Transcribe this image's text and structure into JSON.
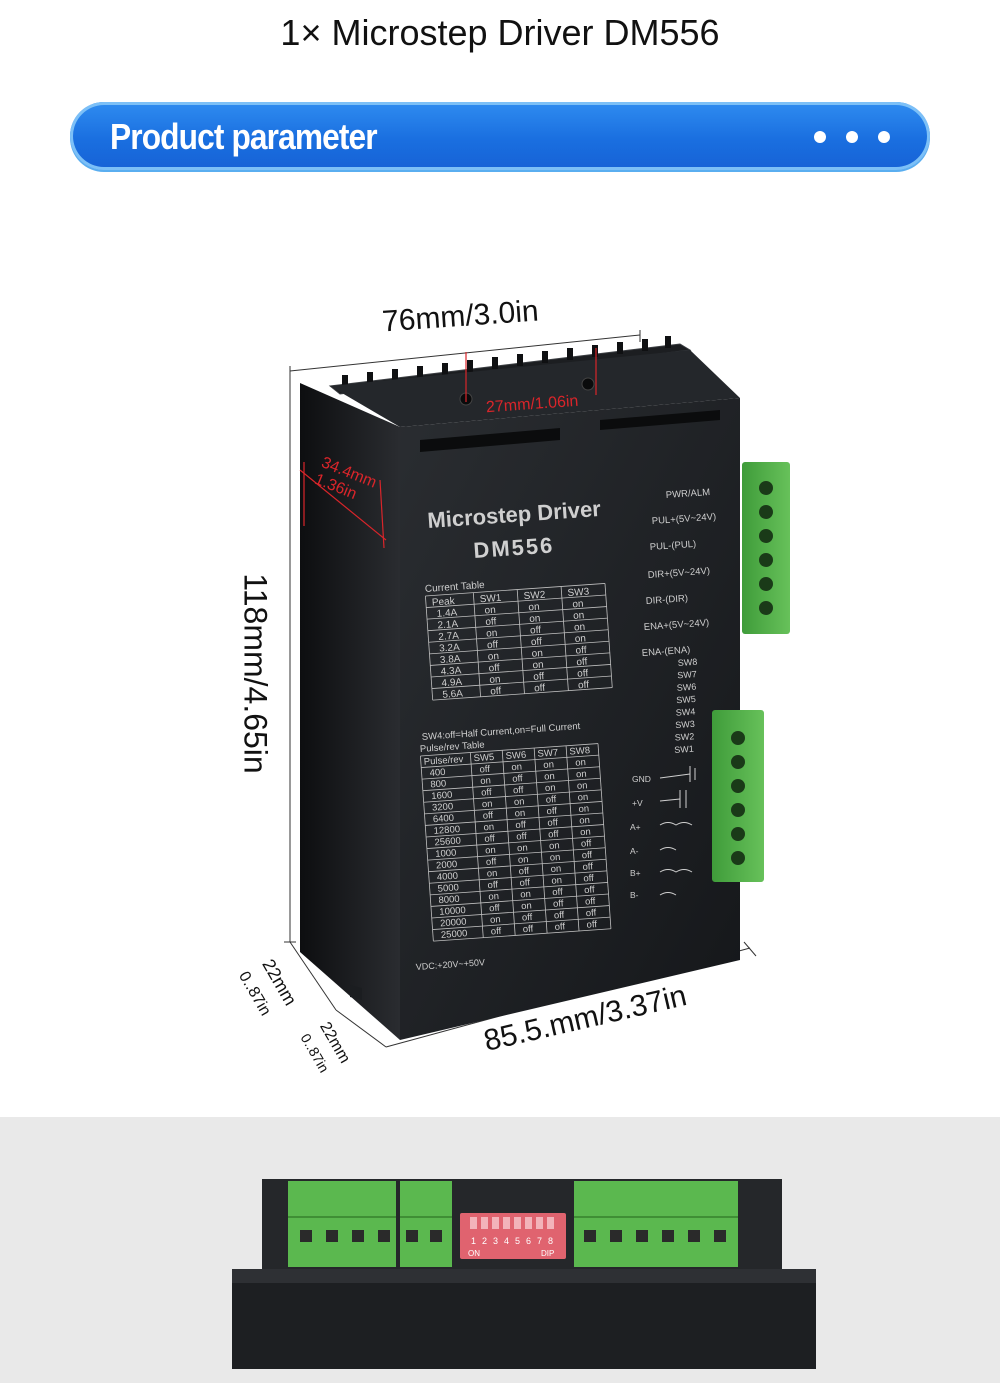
{
  "title": "1× Microstep Driver DM556",
  "banner": {
    "label": "Product parameter"
  },
  "dimensions": {
    "width": "76mm/3.0in",
    "mount": "27mm/1.06in",
    "side": "34.4mm 1.36in",
    "height": "118mm/4.65in",
    "depth": "85.5.mm/3.37in",
    "flange1_mm": "22mm",
    "flange1_in": "0..87in",
    "flange2_mm": "22mm",
    "flange2_in": "0..87in"
  },
  "device": {
    "brand": "Microstep Driver",
    "model": "DM556",
    "current_table": {
      "title": "Current Table",
      "headers": [
        "Peak",
        "SW1",
        "SW2",
        "SW3"
      ],
      "rows": [
        [
          "1.4A",
          "on",
          "on",
          "on"
        ],
        [
          "2.1A",
          "off",
          "on",
          "on"
        ],
        [
          "2.7A",
          "on",
          "off",
          "on"
        ],
        [
          "3.2A",
          "off",
          "off",
          "on"
        ],
        [
          "3.8A",
          "on",
          "on",
          "off"
        ],
        [
          "4.3A",
          "off",
          "on",
          "off"
        ],
        [
          "4.9A",
          "on",
          "off",
          "off"
        ],
        [
          "5.6A",
          "off",
          "off",
          "off"
        ]
      ]
    },
    "sw4_note": "SW4:off=Half Current,on=Full Current",
    "pulse_table": {
      "title": "Pulse/rev Table",
      "headers": [
        "Pulse/rev",
        "SW5",
        "SW6",
        "SW7",
        "SW8"
      ],
      "rows": [
        [
          "400",
          "off",
          "on",
          "on",
          "on"
        ],
        [
          "800",
          "on",
          "off",
          "on",
          "on"
        ],
        [
          "1600",
          "off",
          "off",
          "on",
          "on"
        ],
        [
          "3200",
          "on",
          "on",
          "off",
          "on"
        ],
        [
          "6400",
          "off",
          "on",
          "off",
          "on"
        ],
        [
          "12800",
          "on",
          "off",
          "off",
          "on"
        ],
        [
          "25600",
          "off",
          "off",
          "off",
          "on"
        ],
        [
          "1000",
          "on",
          "on",
          "on",
          "off"
        ],
        [
          "2000",
          "off",
          "on",
          "on",
          "off"
        ],
        [
          "4000",
          "on",
          "off",
          "on",
          "off"
        ],
        [
          "5000",
          "off",
          "off",
          "on",
          "off"
        ],
        [
          "8000",
          "on",
          "on",
          "off",
          "off"
        ],
        [
          "10000",
          "off",
          "on",
          "off",
          "off"
        ],
        [
          "20000",
          "on",
          "off",
          "off",
          "off"
        ],
        [
          "25000",
          "off",
          "off",
          "off",
          "off"
        ]
      ]
    },
    "vdc": "VDC:+20V~+50V",
    "signals": [
      "PWR/ALM",
      "PUL+(5V~24V)",
      "PUL-(PUL)",
      "DIR+(5V~24V)",
      "DIR-(DIR)",
      "ENA+(5V~24V)",
      "ENA-(ENA)"
    ],
    "switches": [
      "SW8",
      "SW7",
      "SW6",
      "SW5",
      "SW4",
      "SW3",
      "SW2",
      "SW1"
    ],
    "power": [
      "GND",
      "+V",
      "A+",
      "A-",
      "B+",
      "B-"
    ]
  },
  "dip": {
    "numbers": [
      "1",
      "2",
      "3",
      "4",
      "5",
      "6",
      "7",
      "8"
    ],
    "on_label": "ON",
    "dip_label": "DIP"
  }
}
